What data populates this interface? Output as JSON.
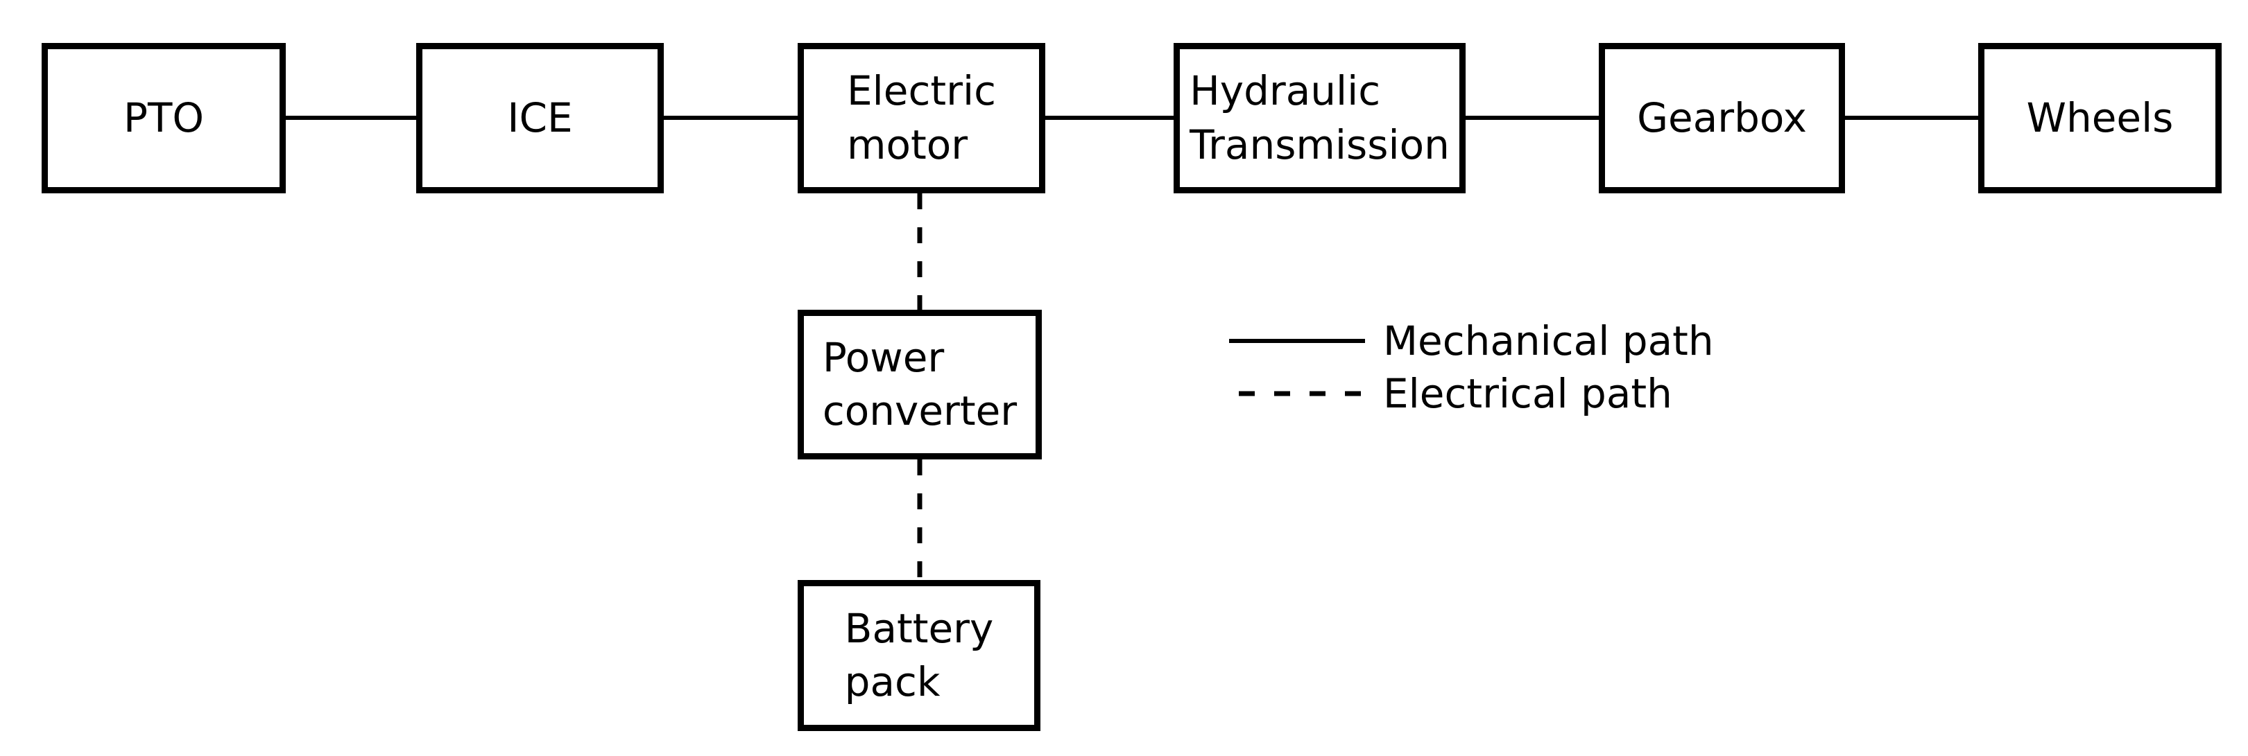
{
  "diagram": {
    "boxes": [
      {
        "id": "pto",
        "label": "PTO"
      },
      {
        "id": "ice",
        "label": "ICE"
      },
      {
        "id": "electric-motor",
        "label": "Electric\nmotor"
      },
      {
        "id": "hydraulic-transmission",
        "label": "Hydraulic\nTransmission"
      },
      {
        "id": "gearbox",
        "label": "Gearbox"
      },
      {
        "id": "wheels",
        "label": "Wheels"
      },
      {
        "id": "power-converter",
        "label": "Power\nconverter"
      },
      {
        "id": "battery-pack",
        "label": "Battery\npack"
      }
    ],
    "connections": [
      {
        "from": "PTO",
        "to": "ICE",
        "type": "mechanical"
      },
      {
        "from": "ICE",
        "to": "Electric motor",
        "type": "mechanical"
      },
      {
        "from": "Electric motor",
        "to": "Hydraulic Transmission",
        "type": "mechanical"
      },
      {
        "from": "Hydraulic Transmission",
        "to": "Gearbox",
        "type": "mechanical"
      },
      {
        "from": "Gearbox",
        "to": "Wheels",
        "type": "mechanical"
      },
      {
        "from": "Electric motor",
        "to": "Power converter",
        "type": "electrical"
      },
      {
        "from": "Power converter",
        "to": "Battery pack",
        "type": "electrical"
      }
    ],
    "legend": {
      "items": [
        {
          "style": "solid",
          "label": "Mechanical path"
        },
        {
          "style": "dashed",
          "label": "Electrical path"
        }
      ]
    },
    "colors": {
      "line": "#000000",
      "box_border": "#000000",
      "box_fill": "#ffffff",
      "text": "#000000",
      "background": "#ffffff"
    }
  }
}
